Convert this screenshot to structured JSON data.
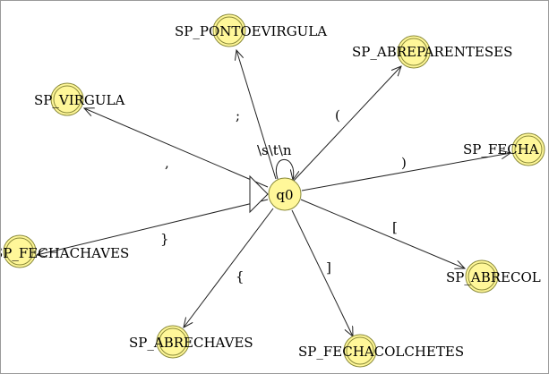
{
  "diagram": {
    "initial_state": "q0",
    "state_fill": "#fff799",
    "state_stroke": "#8a8a3a",
    "states": [
      {
        "id": "q0",
        "label": "q0"
      },
      {
        "id": "pv",
        "label": "SP_PONTOEVIRGULA"
      },
      {
        "id": "ap",
        "label": "SP_ABREPARENTESES"
      },
      {
        "id": "vi",
        "label": "SP_VIRGULA"
      },
      {
        "id": "fp",
        "label": "SP_FECHA"
      },
      {
        "id": "fc",
        "label": "SP_FECHACHAVES"
      },
      {
        "id": "ac",
        "label": "SP_ABRECOL"
      },
      {
        "id": "ab",
        "label": "SP_ABRECHAVES"
      },
      {
        "id": "fk",
        "label": "SP_FECHACOLCHETES"
      }
    ],
    "transitions": [
      {
        "from": "q0",
        "to": "q0",
        "label": "\\s\\t\\n"
      },
      {
        "from": "q0",
        "to": "pv",
        "label": ";"
      },
      {
        "from": "q0",
        "to": "ap",
        "label": "("
      },
      {
        "from": "q0",
        "to": "vi",
        "label": ","
      },
      {
        "from": "q0",
        "to": "fp",
        "label": ")"
      },
      {
        "from": "q0",
        "to": "fc",
        "label": "}"
      },
      {
        "from": "q0",
        "to": "ac",
        "label": "["
      },
      {
        "from": "q0",
        "to": "ab",
        "label": "{"
      },
      {
        "from": "q0",
        "to": "fk",
        "label": "]"
      }
    ]
  }
}
